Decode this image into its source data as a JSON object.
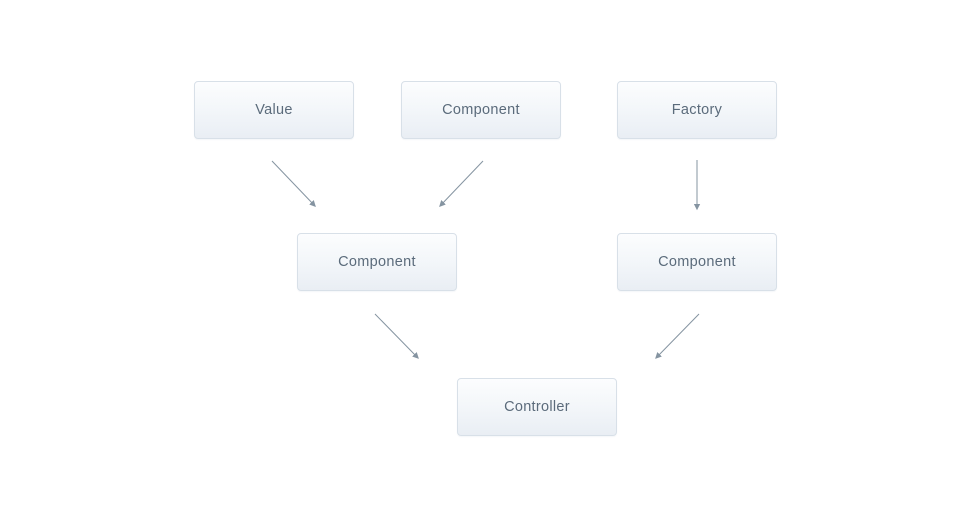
{
  "diagram": {
    "nodes": [
      {
        "id": "value",
        "label": "Value"
      },
      {
        "id": "component-top",
        "label": "Component"
      },
      {
        "id": "factory",
        "label": "Factory"
      },
      {
        "id": "component-mid-left",
        "label": "Component"
      },
      {
        "id": "component-mid-right",
        "label": "Component"
      },
      {
        "id": "controller",
        "label": "Controller"
      }
    ],
    "edges": [
      {
        "from": "value",
        "to": "component-mid-left"
      },
      {
        "from": "component-top",
        "to": "component-mid-left"
      },
      {
        "from": "factory",
        "to": "component-mid-right"
      },
      {
        "from": "component-mid-left",
        "to": "controller"
      },
      {
        "from": "component-mid-right",
        "to": "controller"
      }
    ],
    "colors": {
      "canvas_background": "#ffffff",
      "node_fill_top": "#fcfdfe",
      "node_fill_bottom": "#e9eef4",
      "node_border": "#d8e0e8",
      "node_text": "#5b6b7b",
      "arrow": "#8594a1"
    }
  }
}
